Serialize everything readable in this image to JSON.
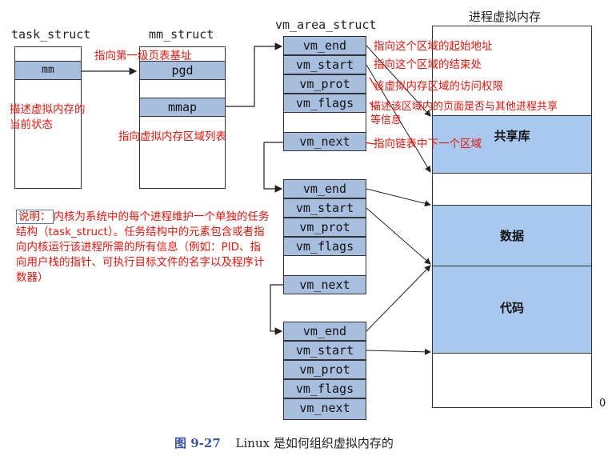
{
  "titles": {
    "task_struct": "task_struct",
    "mm_struct": "mm_struct",
    "vm_area_struct": "vm_area_struct",
    "process_vm": "进程虚拟内存"
  },
  "task_struct": {
    "mm": "mm"
  },
  "mm_struct": {
    "pgd": "pgd",
    "mmap": "mmap"
  },
  "vm_areas": [
    {
      "fields": [
        "vm_end",
        "vm_start",
        "vm_prot",
        "vm_flags",
        "vm_next"
      ]
    },
    {
      "fields": [
        "vm_end",
        "vm_start",
        "vm_prot",
        "vm_flags",
        "vm_next"
      ]
    },
    {
      "fields": [
        "vm_end",
        "vm_start",
        "vm_prot",
        "vm_flags",
        "vm_next"
      ]
    }
  ],
  "segments": {
    "shared_lib": "共享库",
    "data": "数据",
    "code": "代码"
  },
  "zero_label": "0",
  "annotations": {
    "pgd": "指向第一级页表基址",
    "mm": "描述虚拟内存的\n当前状态",
    "mmap": "指向虚拟内存区域列表",
    "vm_end": "指向这个区域的起始地址",
    "vm_start": "指向这个区域的结束处",
    "vm_prot": "该虚拟内存区域的访问权限",
    "vm_flags": "描述该区域内的页面是否与其他进程共享\n等信息",
    "vm_next": "指向链表中下一个区域"
  },
  "note": {
    "tag": "说明：",
    "text": "内核为系统中的每个进程维护一个单独的任务结构（task_struct）。任务结构中的元素包含或者指向内核运行该进程所需的所有信息（例如：PID、指向用户栈的指针、可执行目标文件的名字以及程序计数器）"
  },
  "caption": {
    "label": "图 9-27",
    "text": "Linux 是如何组织虚拟内存的"
  },
  "colors": {
    "field_fill": "#a8bede",
    "segment_fill": "#a8c8ee",
    "annotation": "#e8160c",
    "note_border": "#4a7cc9"
  }
}
